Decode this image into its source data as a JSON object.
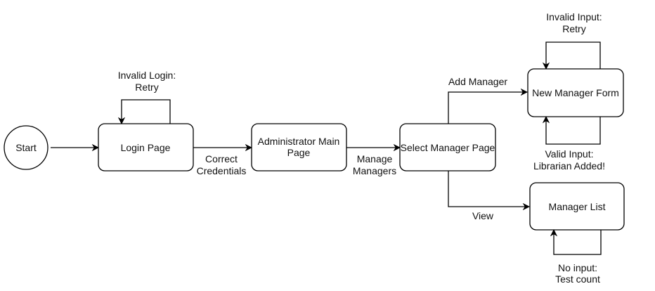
{
  "nodes": {
    "start": "Start",
    "login": "Login Page",
    "admin_main": [
      "Administrator Main",
      "Page"
    ],
    "select_manager": "Select Manager Page",
    "new_manager_form": "New Manager Form",
    "manager_list": "Manager List"
  },
  "edge_labels": {
    "invalid_login": [
      "Invalid Login:",
      "Retry"
    ],
    "correct_credentials": [
      "Correct",
      "Credentials"
    ],
    "manage_managers": [
      "Manage",
      "Managers"
    ],
    "add_manager": "Add Manager",
    "view": "View",
    "invalid_input": [
      "Invalid Input:",
      "Retry"
    ],
    "valid_input": [
      "Valid Input:",
      "Librarian Added!"
    ],
    "no_input": [
      "No input:",
      "Test count"
    ]
  },
  "colors": {
    "stroke": "#000000",
    "fill": "#ffffff",
    "text": "#111111"
  }
}
